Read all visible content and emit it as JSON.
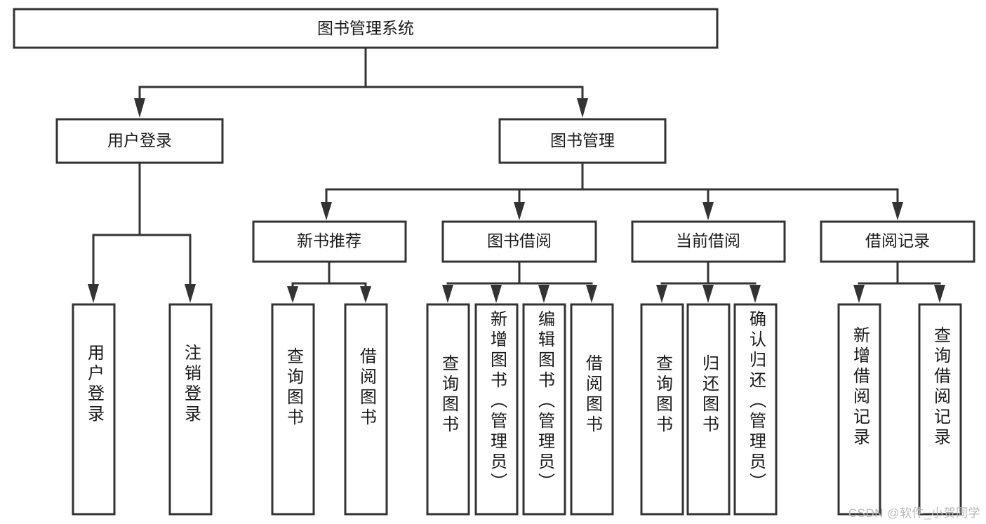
{
  "diagram": {
    "title": "图书管理系统",
    "type": "tree-hierarchy-functional-structure",
    "watermark": "CSDN @软件_小贺同学",
    "colors": {
      "stroke": "#333333",
      "fill": "#ffffff",
      "text": "#1a1a1a",
      "watermark": "#b9b9b9"
    },
    "root": {
      "label": "图书管理系统"
    },
    "level2": [
      {
        "label": "用户登录"
      },
      {
        "label": "图书管理"
      }
    ],
    "level3": [
      {
        "label": "新书推荐"
      },
      {
        "label": "图书借阅"
      },
      {
        "label": "当前借阅"
      },
      {
        "label": "借阅记录"
      }
    ],
    "leaves": {
      "user_login": [
        {
          "label": "用户登录"
        },
        {
          "label": "注销登录"
        }
      ],
      "new_book_recommend": [
        {
          "label": "查询图书"
        },
        {
          "label": "借阅图书"
        }
      ],
      "book_borrow": [
        {
          "label": "查询图书"
        },
        {
          "label": "新增图书（管理员）"
        },
        {
          "label": "编辑图书（管理员）"
        },
        {
          "label": "借阅图书"
        }
      ],
      "current_borrow": [
        {
          "label": "查询图书"
        },
        {
          "label": "归还图书"
        },
        {
          "label": "确认归还（管理员）"
        }
      ],
      "borrow_record": [
        {
          "label": "新增借阅记录"
        },
        {
          "label": "查询借阅记录"
        }
      ]
    }
  }
}
